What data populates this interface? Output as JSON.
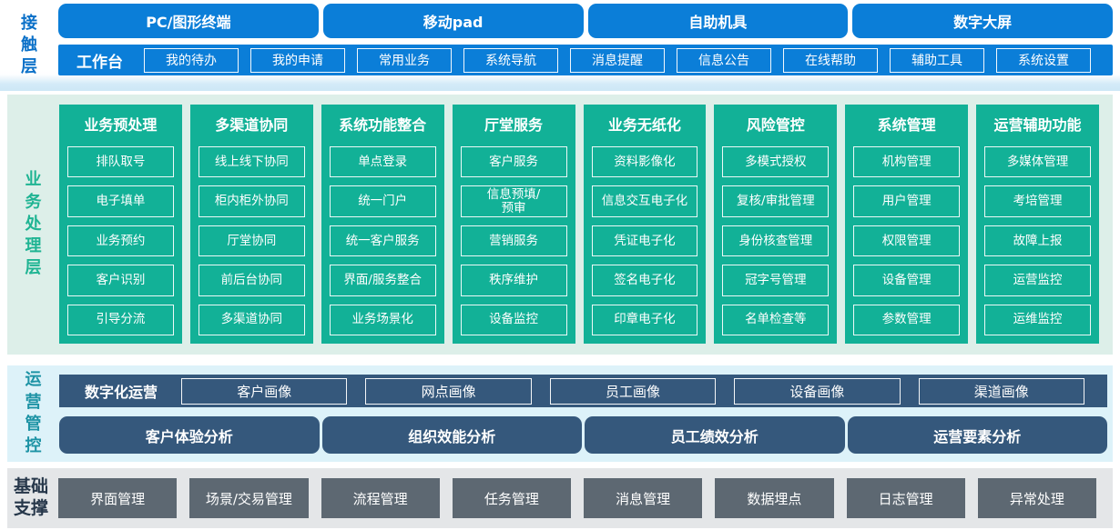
{
  "contact": {
    "label": "接触层",
    "channels": [
      "PC/图形终端",
      "移动pad",
      "自助机具",
      "数字大屏"
    ],
    "workbench": {
      "label": "工作台",
      "items": [
        "我的待办",
        "我的申请",
        "常用业务",
        "系统导航",
        "消息提醒",
        "信息公告",
        "在线帮助",
        "辅助工具",
        "系统设置"
      ]
    }
  },
  "business": {
    "label": "业务处理层",
    "columns": [
      {
        "title": "业务预处理",
        "items": [
          "排队取号",
          "电子填单",
          "业务预约",
          "客户识别",
          "引导分流"
        ]
      },
      {
        "title": "多渠道协同",
        "items": [
          "线上线下协同",
          "柜内柜外协同",
          "厅堂协同",
          "前后台协同",
          "多渠道协同"
        ]
      },
      {
        "title": "系统功能整合",
        "items": [
          "单点登录",
          "统一门户",
          "统一客户服务",
          "界面/服务整合",
          "业务场景化"
        ]
      },
      {
        "title": "厅堂服务",
        "items": [
          "客户服务",
          "信息预填/\n预审",
          "营销服务",
          "秩序维护",
          "设备监控"
        ]
      },
      {
        "title": "业务无纸化",
        "items": [
          "资料影像化",
          "信息交互电子化",
          "凭证电子化",
          "签名电子化",
          "印章电子化"
        ]
      },
      {
        "title": "风险管控",
        "items": [
          "多模式授权",
          "复核/审批管理",
          "身份核查管理",
          "冠字号管理",
          "名单检查等"
        ]
      },
      {
        "title": "系统管理",
        "items": [
          "机构管理",
          "用户管理",
          "权限管理",
          "设备管理",
          "参数管理"
        ]
      },
      {
        "title": "运营辅助功能",
        "items": [
          "多媒体管理",
          "考培管理",
          "故障上报",
          "运营监控",
          "运维监控"
        ]
      }
    ]
  },
  "operations": {
    "label": "运营管控",
    "digital": {
      "label": "数字化运营",
      "items": [
        "客户画像",
        "网点画像",
        "员工画像",
        "设备画像",
        "渠道画像"
      ]
    },
    "analysis": [
      "客户体验分析",
      "组织效能分析",
      "员工绩效分析",
      "运营要素分析"
    ]
  },
  "foundation": {
    "label": "基础支撑",
    "items": [
      "界面管理",
      "场景/交易管理",
      "流程管理",
      "任务管理",
      "消息管理",
      "数据埋点",
      "日志管理",
      "异常处理"
    ]
  },
  "colors": {
    "accent_blue": "#0b7ed8",
    "label_blue": "#0a70c8",
    "teal_green": "#12b197",
    "label_teal": "#1fb493",
    "slate_blue": "#35587c",
    "label_cyan": "#1d93a5",
    "gray_box": "#5d6872",
    "label_dark": "#26374a",
    "band_mint": "#ddefe9",
    "band_cyan": "#ddf2f9",
    "band_gray": "#e4e6e8"
  }
}
